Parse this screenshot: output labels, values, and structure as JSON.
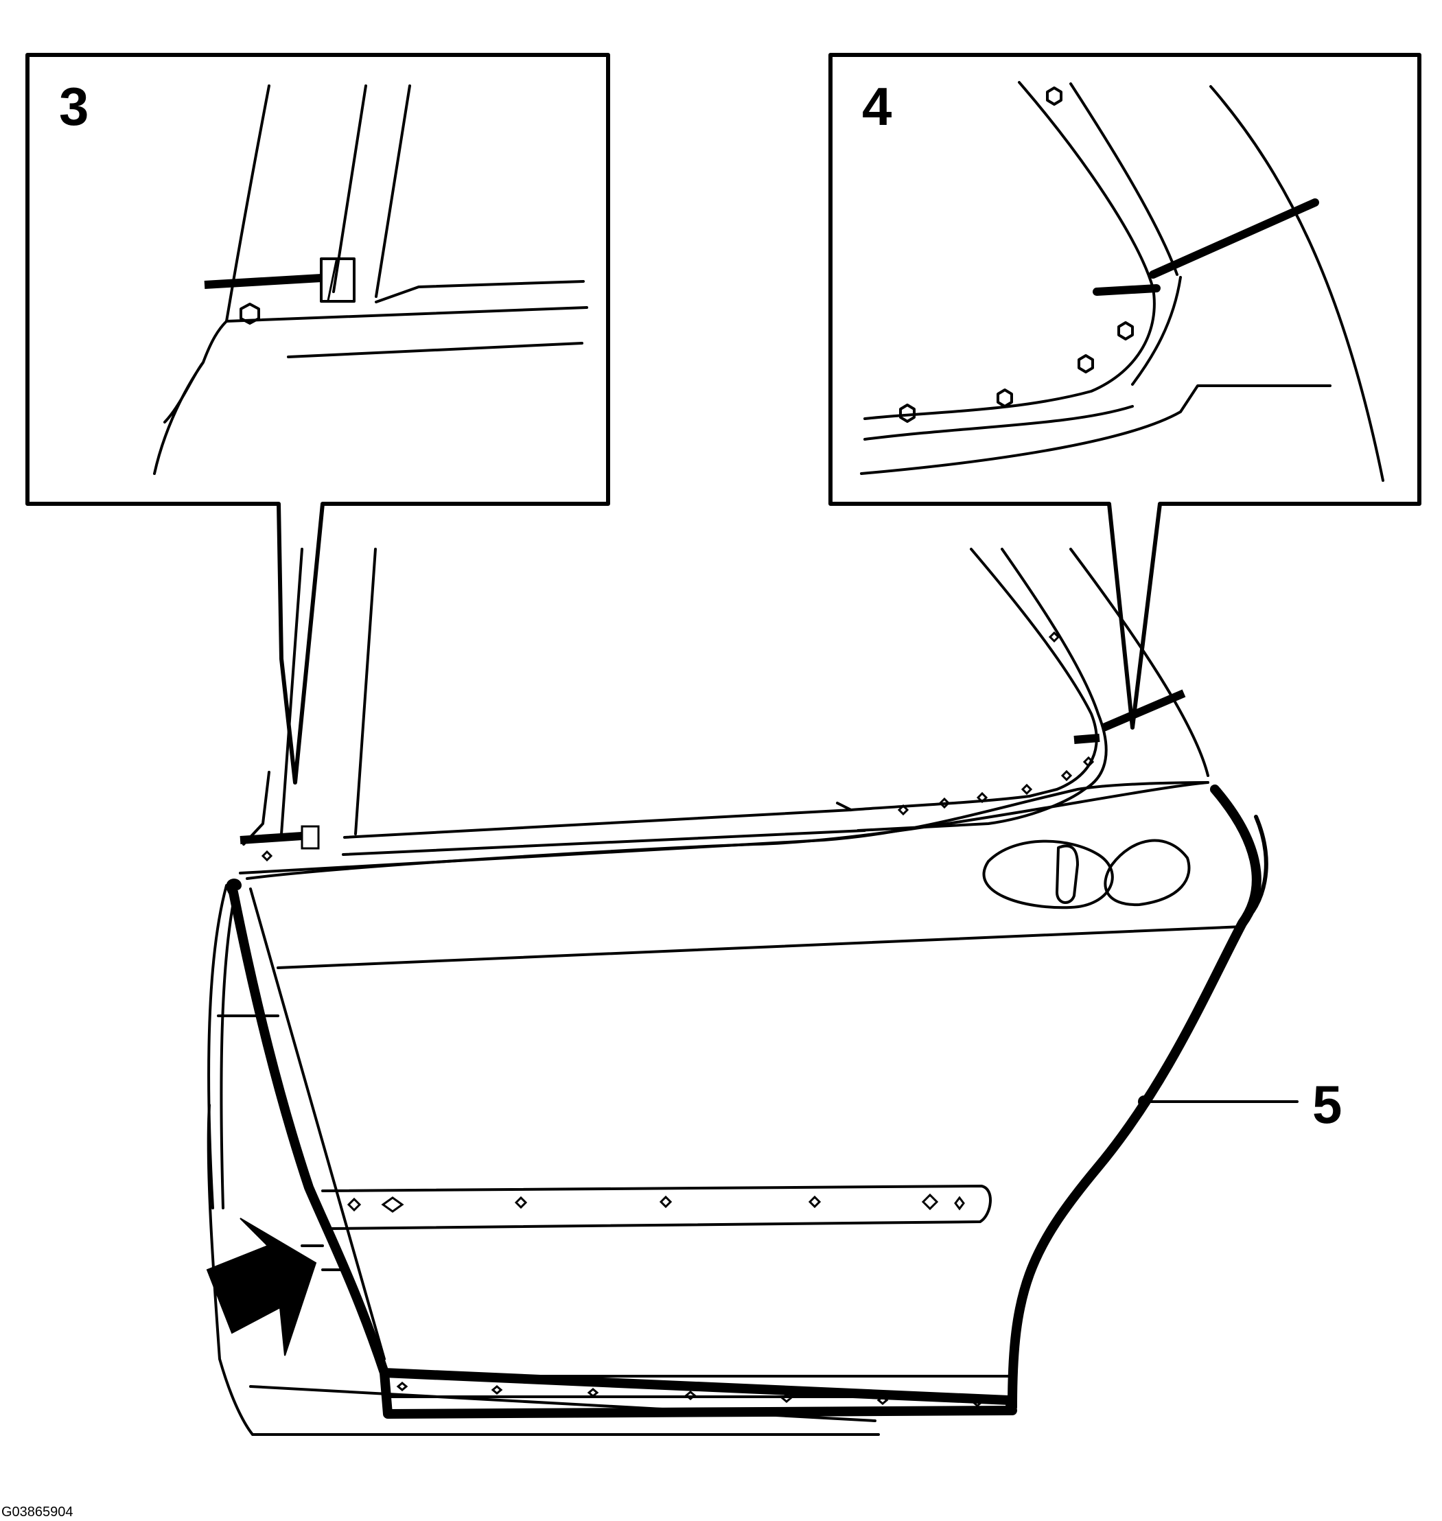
{
  "diagram": {
    "callouts": {
      "detail_3": "3",
      "detail_4": "4",
      "part_5": "5"
    },
    "figure_id": "G03865904",
    "colors": {
      "ink": "#000000",
      "paper": "#ffffff"
    }
  }
}
